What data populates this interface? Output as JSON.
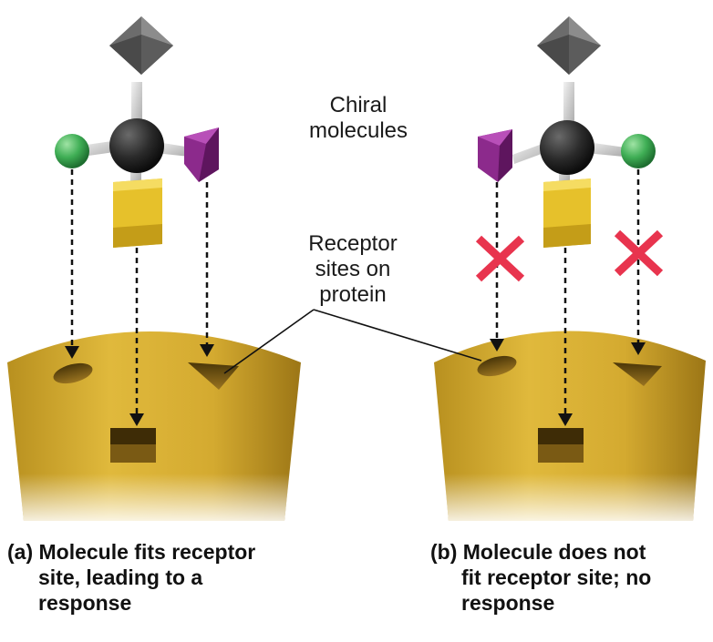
{
  "labels": {
    "chiral": [
      "Chiral",
      "molecules"
    ],
    "receptor": [
      "Receptor",
      "sites on",
      "protein"
    ]
  },
  "captions": {
    "a": [
      "(a) Molecule fits receptor",
      "site,  leading to a",
      "response"
    ],
    "b": [
      "(b) Molecule does not",
      "fit receptor site; no",
      "response"
    ]
  },
  "colors": {
    "protein": "#c9a12c",
    "carbon": "#2b2b2b",
    "diamond": "#5a5a5a",
    "sphere": "#3fae55",
    "cube": "#e6c12b",
    "prism": "#7a1f7a",
    "cross": "#e8344e"
  },
  "icons": {
    "a": [
      "diamond-group",
      "green-sphere",
      "yellow-cube",
      "purple-prism"
    ],
    "b": [
      "diamond-group",
      "purple-prism",
      "yellow-cube",
      "green-sphere"
    ]
  }
}
